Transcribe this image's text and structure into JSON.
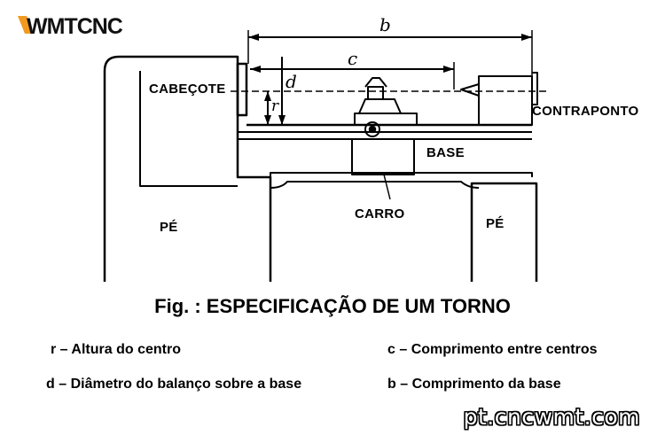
{
  "logo": {
    "text": "WMTCNC",
    "colors": {
      "accent": "#f29a1f",
      "ink": "#111111"
    }
  },
  "labels": {
    "headstock": "CABEÇOTE",
    "tailstock": "CONTRAPONTO",
    "base": "BASE",
    "carriage": "CARRO",
    "foot_left": "PÉ",
    "foot_right": "PÉ"
  },
  "dimensions": {
    "b": "b",
    "c": "c",
    "d": "d",
    "r": "r"
  },
  "caption": "Fig. : ESPECIFICAÇÃO DE UM TORNO",
  "legend": {
    "r": "r – Altura do centro",
    "c": "c – Comprimento entre centros",
    "d": "d – Diâmetro do balanço sobre a base",
    "b": "b – Comprimento da base"
  },
  "website": "pt.cncwmt.com"
}
